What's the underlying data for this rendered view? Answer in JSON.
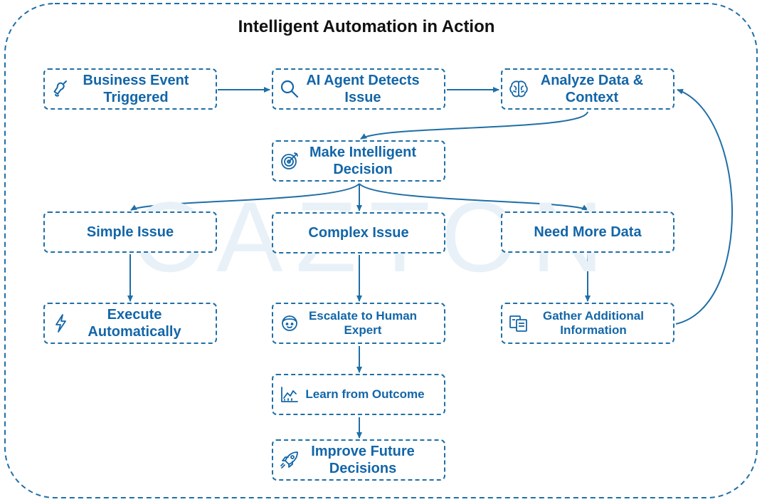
{
  "diagram": {
    "title": "Intelligent Automation in Action",
    "watermark": "CAZTON",
    "colors": {
      "accent": "#1366a8",
      "border": "#1f6fa6",
      "watermark": "#e9f1f8"
    },
    "nodes": {
      "business_event": {
        "label": "Business Event\nTriggered",
        "icon": "bell-icon"
      },
      "ai_agent": {
        "label": "AI Agent Detects\nIssue",
        "icon": "magnifier-icon"
      },
      "analyze": {
        "label": "Analyze Data &\nContext",
        "icon": "brain-icon"
      },
      "decision": {
        "label": "Make Intelligent\nDecision",
        "icon": "target-icon"
      },
      "simple": {
        "label": "Simple Issue"
      },
      "complex": {
        "label": "Complex Issue"
      },
      "need_data": {
        "label": "Need More Data"
      },
      "execute": {
        "label": "Execute\nAutomatically",
        "icon": "lightning-icon"
      },
      "escalate": {
        "label": "Escalate to Human\nExpert",
        "icon": "person-icon"
      },
      "gather": {
        "label": "Gather Additional\nInformation",
        "icon": "documents-icon"
      },
      "learn": {
        "label": "Learn from Outcome",
        "icon": "chart-icon"
      },
      "improve": {
        "label": "Improve Future\nDecisions",
        "icon": "rocket-icon"
      }
    }
  }
}
